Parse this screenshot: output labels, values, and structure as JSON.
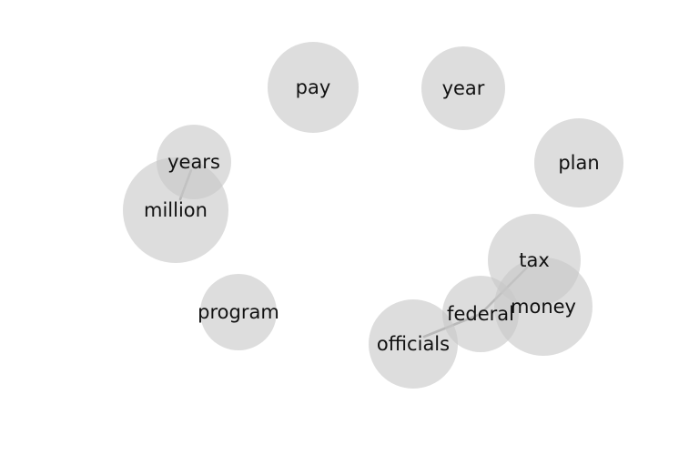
{
  "nodes": [
    {
      "id": "pay",
      "label": "pay"
    },
    {
      "id": "year",
      "label": "year"
    },
    {
      "id": "years",
      "label": "years"
    },
    {
      "id": "plan",
      "label": "plan"
    },
    {
      "id": "million",
      "label": "million"
    },
    {
      "id": "tax",
      "label": "tax"
    },
    {
      "id": "money",
      "label": "money"
    },
    {
      "id": "federal",
      "label": "federal"
    },
    {
      "id": "program",
      "label": "program"
    },
    {
      "id": "officials",
      "label": "officials"
    }
  ],
  "edges": [
    {
      "source": "years",
      "target": "million"
    },
    {
      "source": "tax",
      "target": "federal"
    },
    {
      "source": "federal",
      "target": "officials"
    }
  ]
}
